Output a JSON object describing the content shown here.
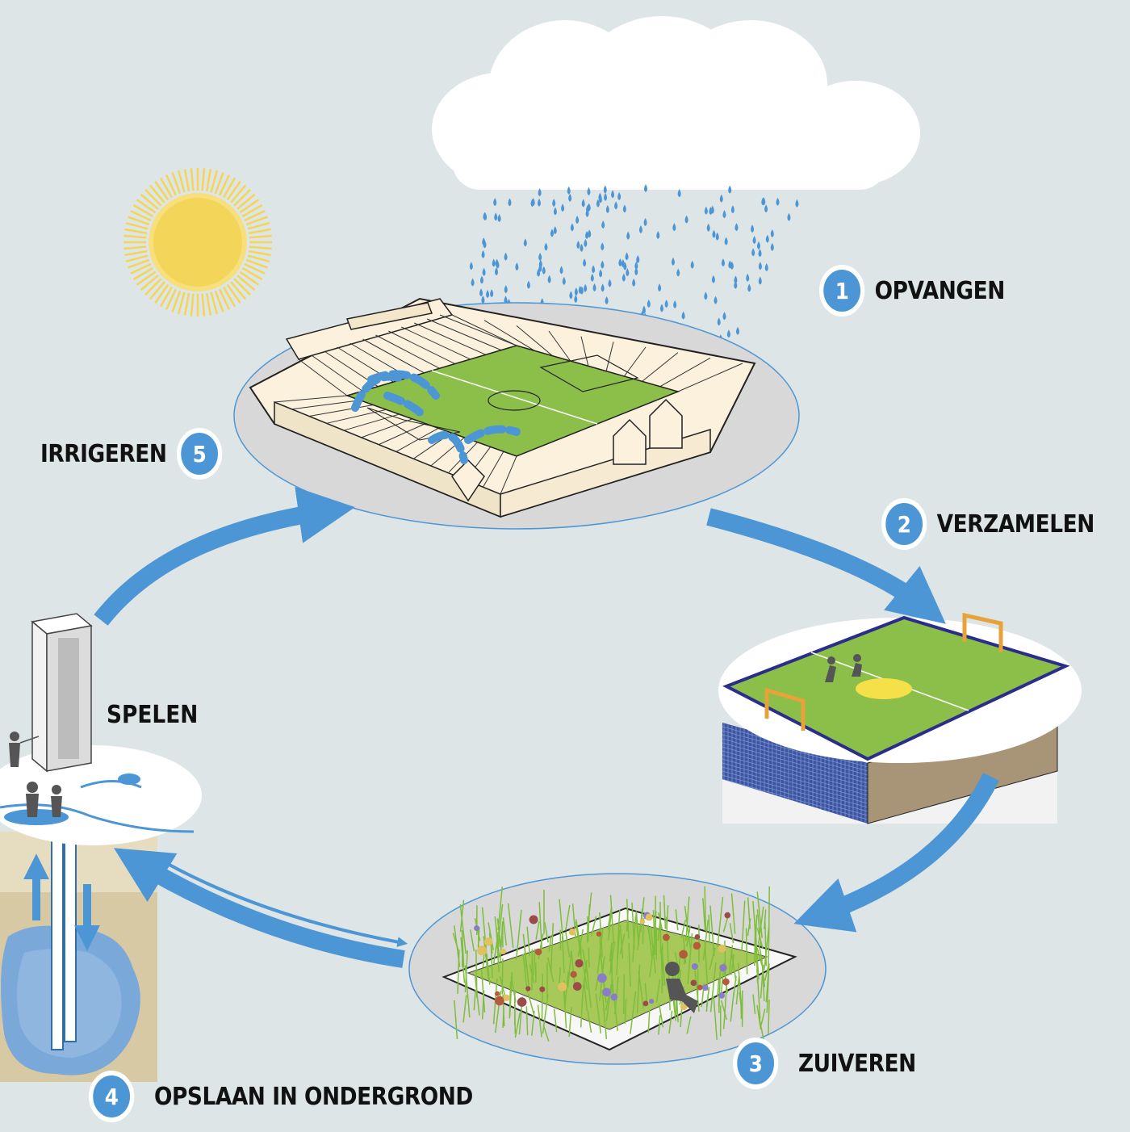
{
  "steps": [
    {
      "number": "1",
      "label": "OPVANGEN"
    },
    {
      "number": "2",
      "label": "VERZAMELEN"
    },
    {
      "number": "3",
      "label": "ZUIVEREN"
    },
    {
      "number": "4",
      "label": "OPSLAAN IN ONDERGROND"
    },
    {
      "number": "5",
      "label": "IRRIGEREN"
    }
  ],
  "extra_label": "SPELEN",
  "colors": {
    "background": "#dde5e6",
    "accent_blue": "#4d96d6",
    "grass": "#8cbf4a",
    "stadium": "#fbf1dc",
    "sun": "#f3d55a"
  }
}
